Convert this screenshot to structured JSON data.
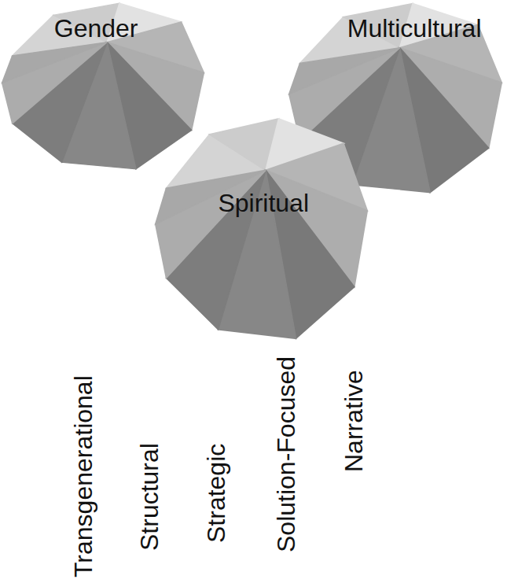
{
  "diagram": {
    "nodes": [
      {
        "text": [
          "Gender"
        ]
      },
      {
        "text": [
          "Multicultural"
        ]
      },
      {
        "text": [
          "Spiritual"
        ]
      }
    ],
    "labels": [
      "Transgenerational",
      "Structural",
      "Strategic",
      "Solution-Focused",
      "Narrative"
    ]
  }
}
